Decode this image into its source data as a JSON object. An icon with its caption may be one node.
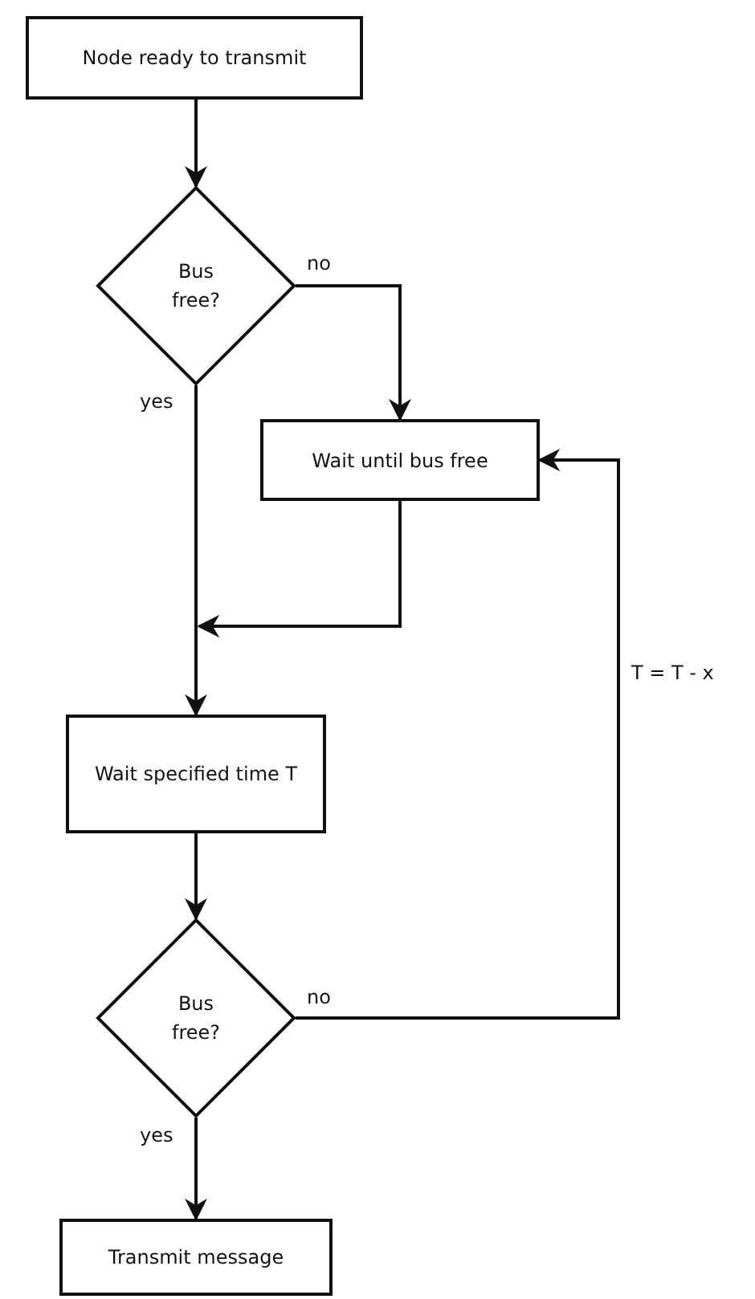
{
  "diagram": {
    "nodes": [
      {
        "text": [
          "Node ready to transmit"
        ]
      },
      {
        "text": [
          "Bus free?"
        ]
      },
      {
        "text": [
          "Wait until bus free"
        ]
      },
      {
        "text": [
          "Wait specified time T"
        ]
      },
      {
        "text": [
          "Bus free?"
        ]
      },
      {
        "text": [
          "Transmit message"
        ]
      }
    ],
    "edges": [
      {
        "from": 0,
        "to": 1,
        "arrow": "to"
      },
      {
        "from": 1,
        "to": 2,
        "arrow": "to",
        "label": "no"
      },
      {
        "from": 1,
        "to": 3,
        "arrow": "to",
        "label": "yes"
      },
      {
        "from": 2,
        "to": 3,
        "arrow": "to"
      },
      {
        "from": 3,
        "to": 4,
        "arrow": "to"
      },
      {
        "from": 4,
        "to": 2,
        "arrow": "to",
        "label": "no"
      },
      {
        "from": 4,
        "to": 5,
        "arrow": "to",
        "label": "yes"
      }
    ],
    "labels": [
      "T = T - x"
    ]
  }
}
